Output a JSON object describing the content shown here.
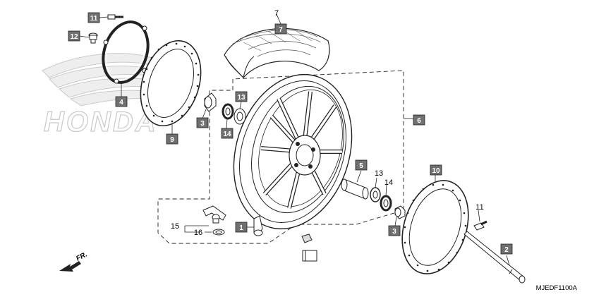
{
  "brand_watermark": "HONDA",
  "diagram_code": "MJEDF1100A",
  "direction_label": "FR.",
  "colors": {
    "box_fill": "#707070",
    "line": "#222222",
    "watermark": "#c9c9c9"
  },
  "callouts": {
    "p1": "1",
    "p2": "2",
    "p3a": "3",
    "p3b": "3",
    "p4": "4",
    "p5": "5",
    "p6": "6",
    "p7box": "7",
    "p7text": "7",
    "p9": "9",
    "p10": "10",
    "p11box": "11",
    "p11text": "11",
    "p12": "12",
    "p13box": "13",
    "p13text": "13",
    "p14box": "14",
    "p14text": "14",
    "p15": "15",
    "p16": "16"
  }
}
